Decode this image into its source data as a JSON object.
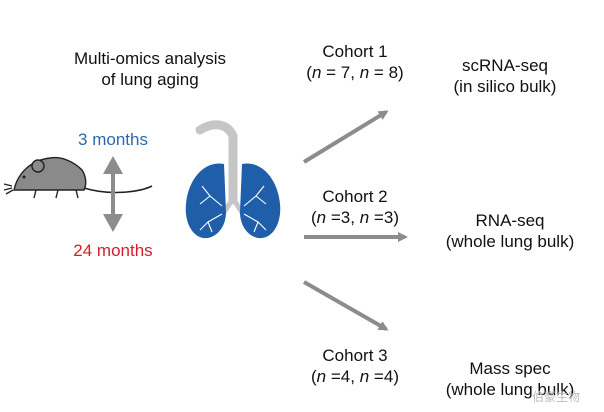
{
  "title": {
    "line1": "Multi-omics analysis",
    "line2": "of lung aging"
  },
  "ages": {
    "young": "3 months",
    "old": "24 months"
  },
  "colors": {
    "young": "#2b6aa8",
    "old": "#d3202a",
    "lung": "#1f5ea8",
    "arrow": "#8c8c8c",
    "trachea": "#c6c6c6"
  },
  "cohorts": [
    {
      "name": "Cohort 1",
      "n_label": "n",
      "n1": "7",
      "n2": "8",
      "assay": "scRNA-seq",
      "assay_detail": "(in silico bulk)"
    },
    {
      "name": "Cohort 2",
      "n_label": "n",
      "n1": "3",
      "n2": "3",
      "assay": "RNA-seq",
      "assay_detail": "(whole lung bulk)"
    },
    {
      "name": "Cohort 3",
      "n_label": "n",
      "n1": "4",
      "n2": "4",
      "assay": "Mass spec",
      "assay_detail": "(whole lung bulk)"
    }
  ],
  "watermark": "伯豪生物",
  "icons": {
    "mouse": "mouse-icon",
    "lungs": "lungs-icon",
    "age-arrow": "double-arrow-icon",
    "watermark": "watermark-logo-icon"
  }
}
